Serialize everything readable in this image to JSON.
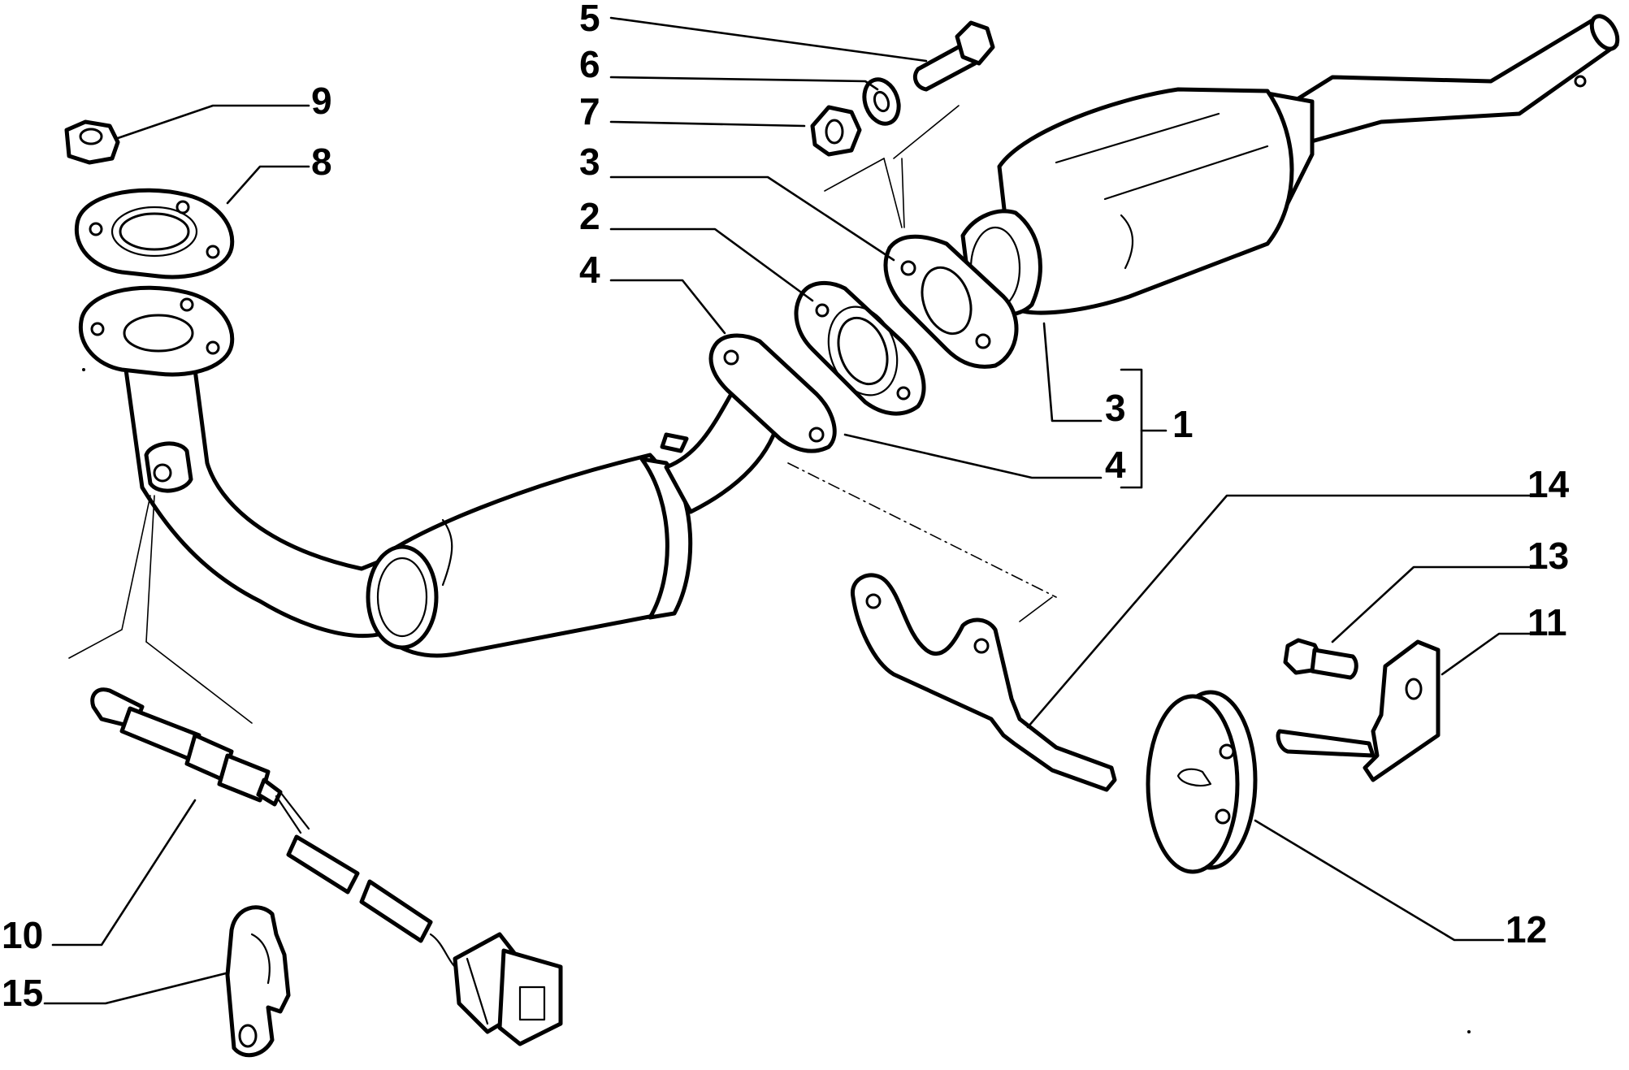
{
  "labels": {
    "l1": "1",
    "l2": "2",
    "l3_top": "3",
    "l3_group": "3",
    "l4_top": "4",
    "l4_group": "4",
    "l5": "5",
    "l6": "6",
    "l7": "7",
    "l8": "8",
    "l9": "9",
    "l10": "10",
    "l11": "11",
    "l12": "12",
    "l13": "13",
    "l14": "14",
    "l15": "15"
  },
  "colors": {
    "ink": "#000000",
    "paper": "#ffffff"
  }
}
